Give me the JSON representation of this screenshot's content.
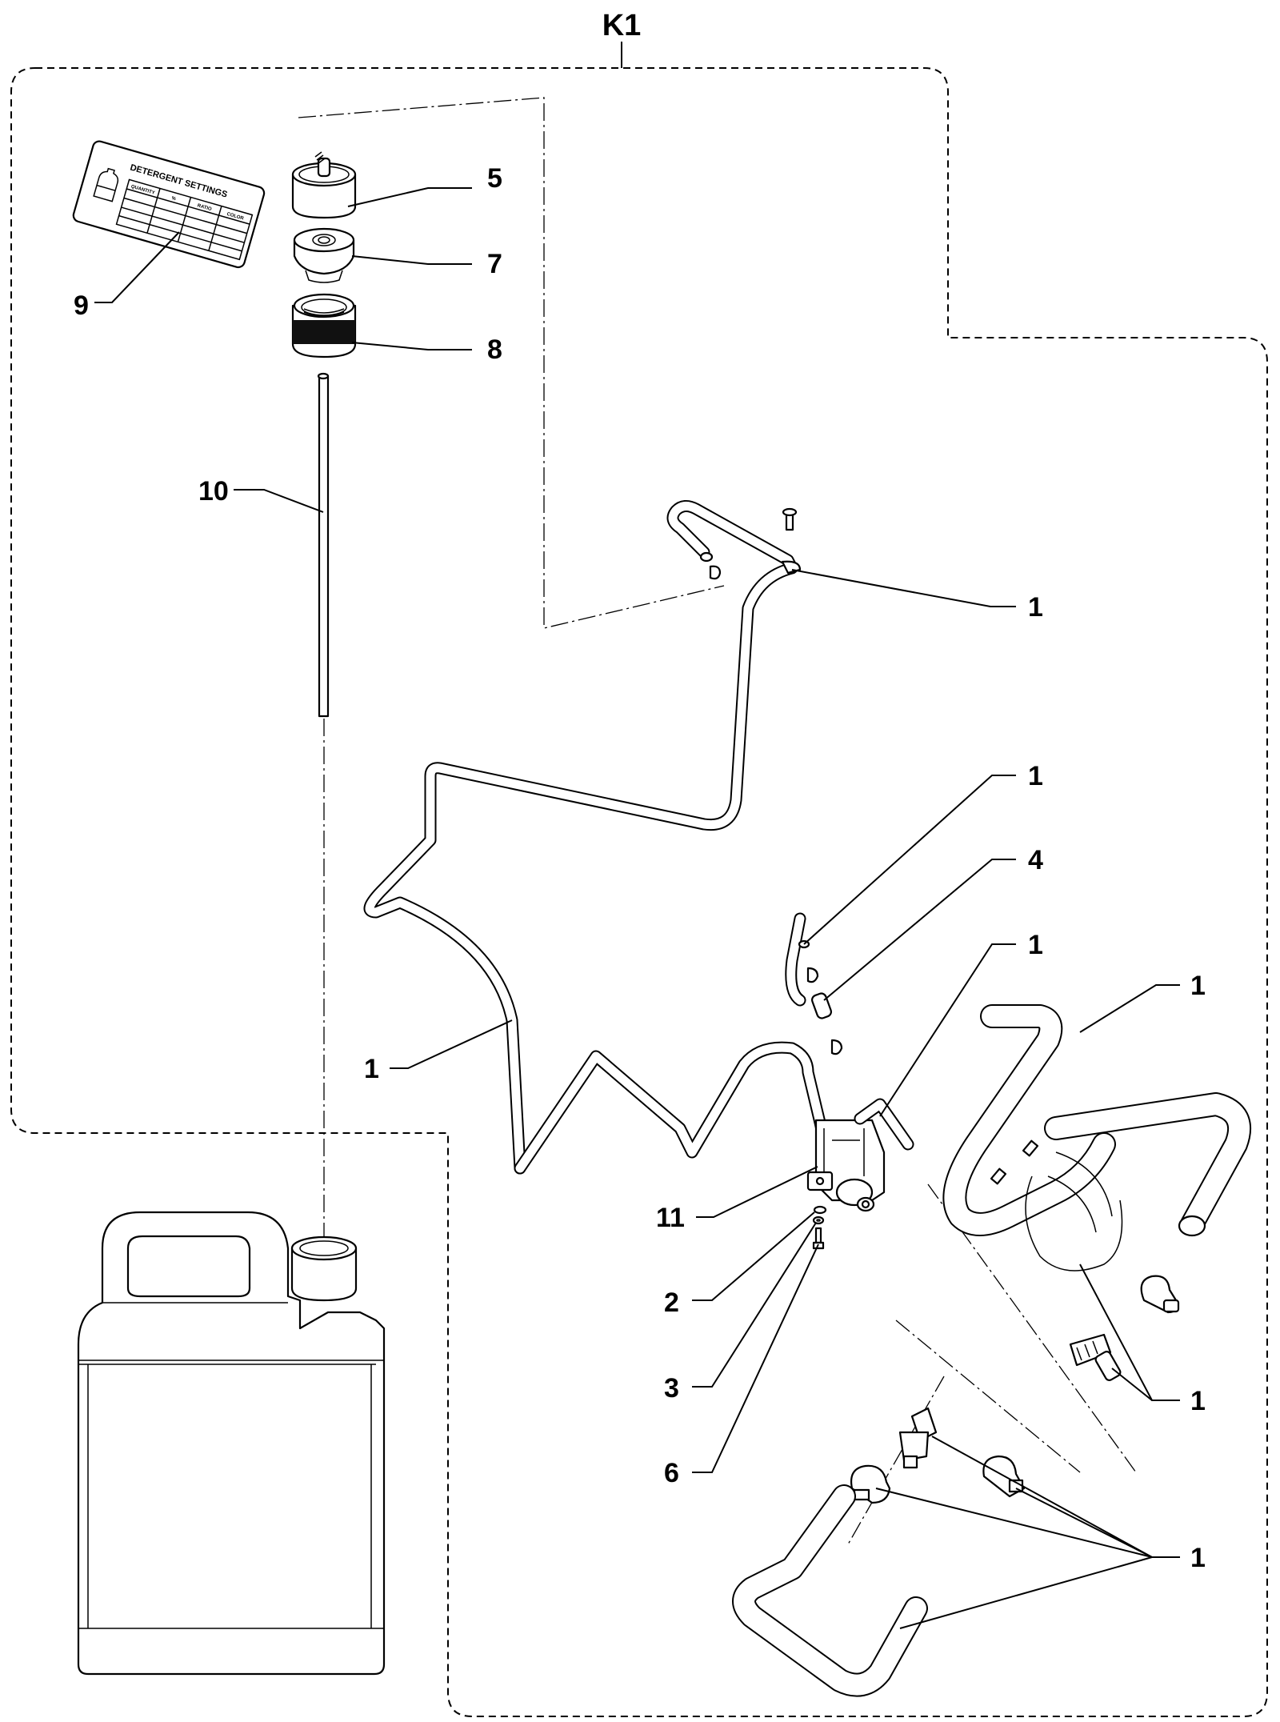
{
  "diagram": {
    "kit_label": "K1",
    "detergent_label": {
      "title": "DETERGENT SETTINGS",
      "columns": [
        "QUANTITY",
        "%",
        "RATIO",
        "COLOR"
      ]
    },
    "callouts": [
      {
        "id": "c5",
        "number": "5",
        "part": "cap"
      },
      {
        "id": "c7",
        "number": "7",
        "part": "insert"
      },
      {
        "id": "c8",
        "number": "8",
        "part": "threaded-adapter"
      },
      {
        "id": "c9",
        "number": "9",
        "part": "detergent-settings-label"
      },
      {
        "id": "c10",
        "number": "10",
        "part": "suction-tube"
      },
      {
        "id": "c1a",
        "number": "1",
        "part": "hose-upper"
      },
      {
        "id": "c1b",
        "number": "1",
        "part": "hose-short"
      },
      {
        "id": "c4",
        "number": "4",
        "part": "check-valve"
      },
      {
        "id": "c1c",
        "number": "1",
        "part": "hose-pump-outlet"
      },
      {
        "id": "c1d",
        "number": "1",
        "part": "hose-large"
      },
      {
        "id": "c1e",
        "number": "1",
        "part": "hose-long"
      },
      {
        "id": "c11",
        "number": "11",
        "part": "pump"
      },
      {
        "id": "c2",
        "number": "2",
        "part": "washer"
      },
      {
        "id": "c3",
        "number": "3",
        "part": "lock-washer"
      },
      {
        "id": "c6",
        "number": "6",
        "part": "screw"
      },
      {
        "id": "c1f",
        "number": "1",
        "part": "clamp-tee"
      },
      {
        "id": "c1g",
        "number": "1",
        "part": "fittings-lower"
      }
    ]
  }
}
